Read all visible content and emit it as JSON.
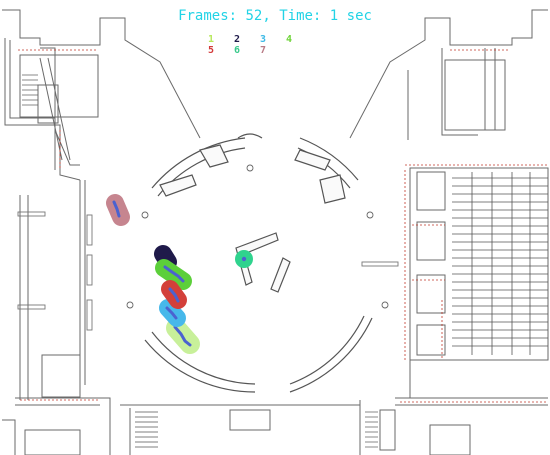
{
  "viewer": {
    "frame_text": "Frames: 52, Time: 1 sec",
    "frame_text_color": "#22d3e6"
  },
  "legend": [
    {
      "label": "1",
      "color": "#b6e85a",
      "name": "track-1"
    },
    {
      "label": "2",
      "color": "#1f1a4a",
      "name": "track-2"
    },
    {
      "label": "3",
      "color": "#3bb9e6",
      "name": "track-3"
    },
    {
      "label": "4",
      "color": "#6fd43a",
      "name": "track-4"
    },
    {
      "label": "5",
      "color": "#d33a3a",
      "name": "track-5"
    },
    {
      "label": "6",
      "color": "#38c98b",
      "name": "track-6"
    },
    {
      "label": "7",
      "color": "#b97b86",
      "name": "track-7"
    }
  ],
  "tracks": {
    "t1": {
      "color": "#c8f09a",
      "path": "#4b62d0"
    },
    "t2": {
      "color": "#1f1a4a",
      "path": "#4b62d0"
    },
    "t3": {
      "color": "#47b8ea",
      "path": "#4b62d0"
    },
    "t4": {
      "color": "#5ccf3a",
      "path": "#4b62d0"
    },
    "t5": {
      "color": "#d3403a",
      "path": "#4b62d0"
    },
    "t6": {
      "color": "#2fd38e",
      "path": "#4b62d0"
    },
    "t7": {
      "color": "#c6858f",
      "path": "#4b62d0"
    }
  }
}
